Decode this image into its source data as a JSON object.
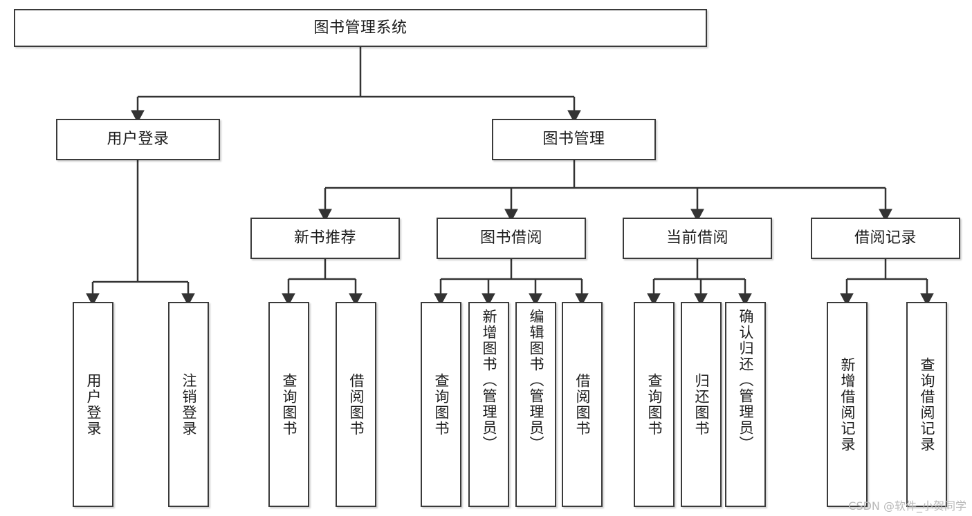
{
  "diagram": {
    "type": "tree-hierarchy",
    "title": "图书管理系统",
    "watermark": "CSDN @软件_小贺同学",
    "colors": {
      "box_border": "#3a3a3a",
      "box_fill": "#ffffff",
      "connector": "#333333",
      "text": "#1d1d1d",
      "watermark": "#b9b9b9",
      "background": "#ffffff"
    },
    "levels": {
      "root": {
        "label": "图书管理系统"
      },
      "level2": [
        {
          "id": "user-login",
          "label": "用户登录"
        },
        {
          "id": "book-management",
          "label": "图书管理"
        }
      ],
      "level3": [
        {
          "id": "new-book-recommend",
          "label": "新书推荐",
          "parent": "book-management"
        },
        {
          "id": "book-borrow",
          "label": "图书借阅",
          "parent": "book-management"
        },
        {
          "id": "current-borrow",
          "label": "当前借阅",
          "parent": "book-management"
        },
        {
          "id": "borrow-record",
          "label": "借阅记录",
          "parent": "book-management"
        }
      ],
      "leaves": [
        {
          "id": "leaf-user-login",
          "label": "用户登录",
          "parent": "user-login"
        },
        {
          "id": "leaf-logout",
          "label": "注销登录",
          "parent": "user-login"
        },
        {
          "id": "leaf-query-book-1",
          "label": "查询图书",
          "parent": "new-book-recommend"
        },
        {
          "id": "leaf-borrow-book-1",
          "label": "借阅图书",
          "parent": "new-book-recommend"
        },
        {
          "id": "leaf-query-book-2",
          "label": "查询图书",
          "parent": "book-borrow"
        },
        {
          "id": "leaf-add-book",
          "label": "新增图书（管理员）",
          "parent": "book-borrow"
        },
        {
          "id": "leaf-edit-book",
          "label": "编辑图书（管理员）",
          "parent": "book-borrow"
        },
        {
          "id": "leaf-borrow-book-2",
          "label": "借阅图书",
          "parent": "book-borrow"
        },
        {
          "id": "leaf-query-book-3",
          "label": "查询图书",
          "parent": "current-borrow"
        },
        {
          "id": "leaf-return-book",
          "label": "归还图书",
          "parent": "current-borrow"
        },
        {
          "id": "leaf-confirm-return",
          "label": "确认归还（管理员）",
          "parent": "current-borrow"
        },
        {
          "id": "leaf-add-record",
          "label": "新增借阅记录",
          "parent": "borrow-record"
        },
        {
          "id": "leaf-query-record",
          "label": "查询借阅记录",
          "parent": "borrow-record"
        }
      ]
    }
  }
}
